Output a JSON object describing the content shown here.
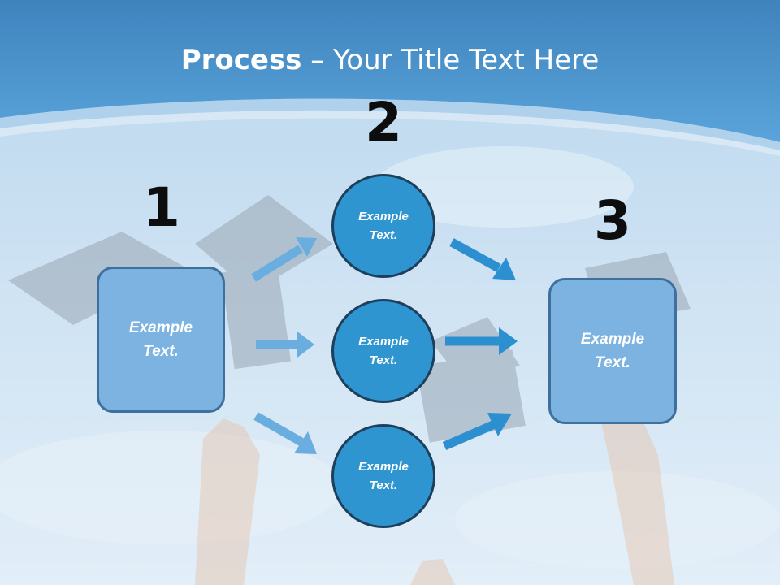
{
  "slide": {
    "title_bold": "Process",
    "title_rest": " – Your Title Text Here",
    "numbers": {
      "one": "1",
      "two": "2",
      "three": "3"
    },
    "left_box": {
      "line1": "Example",
      "line2": "Text."
    },
    "circles": [
      {
        "line1": "Example",
        "line2": "Text."
      },
      {
        "line1": "Example",
        "line2": "Text."
      },
      {
        "line1": "Example",
        "line2": "Text."
      }
    ],
    "right_box": {
      "line1": "Example",
      "line2": "Text."
    }
  },
  "colors": {
    "header_blue": "#4a94cf",
    "box_fill": "#7db3e0",
    "circle_fill": "#2f95d0",
    "arrow_light": "#6aaee0",
    "arrow_dark": "#2b8fd0"
  }
}
